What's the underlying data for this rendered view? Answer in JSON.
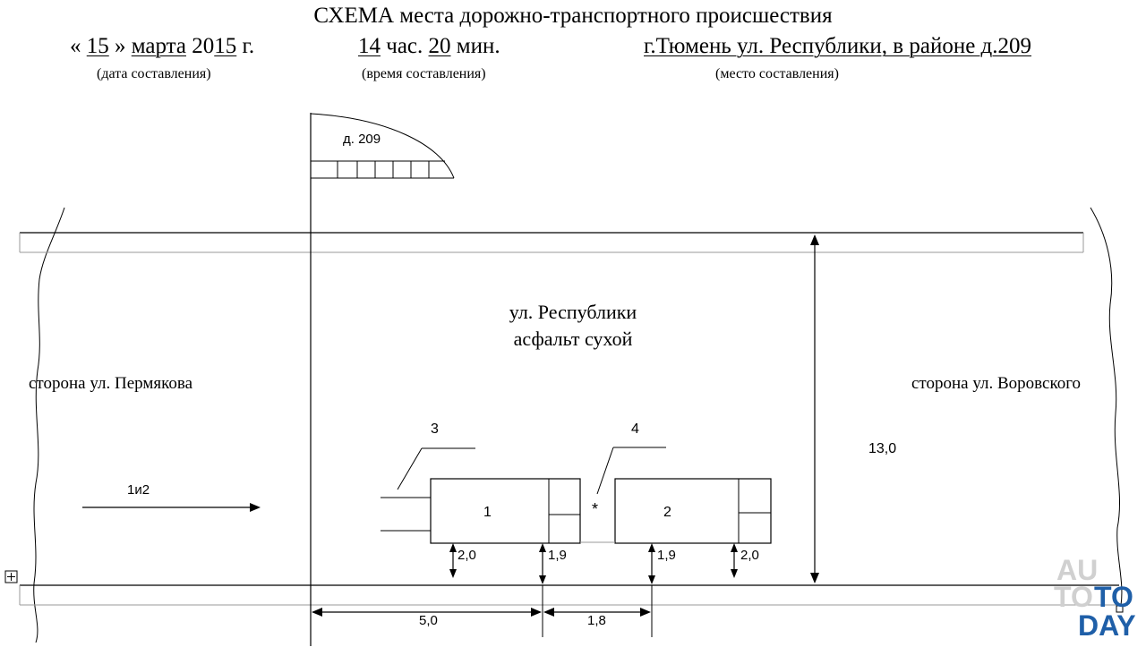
{
  "header": {
    "title": "СХЕМА места дорожно-транспортного происшествия",
    "date": {
      "q_open": "«",
      "day": "15",
      "q_close": "»",
      "month": "марта",
      "year_prefix": "20",
      "year_suffix": "15",
      "year_unit": "г."
    },
    "time": {
      "hours": "14",
      "hours_unit": "час.",
      "minutes": "20",
      "minutes_unit": "мин."
    },
    "place": "г.Тюмень ул. Республики, в районе д.209",
    "captions": {
      "date": "(дата составления)",
      "time": "(время составления)",
      "place": "(место составления)"
    }
  },
  "scheme": {
    "building_label": "д. 209",
    "street_name": "ул. Республики",
    "surface": "асфальт сухой",
    "left_side_label": "сторона ул. Пермякова",
    "right_side_label": "сторона ул. Воровского",
    "direction_label": "1и2",
    "road_width": "13,0",
    "car1_label": "1",
    "car2_label": "2",
    "callout3": "3",
    "callout4": "4",
    "impact_mark": "*",
    "dist_car1_rear": "2,0",
    "dist_car1_front": "1,9",
    "dist_car2_rear": "1,9",
    "dist_car2_front": "2,0",
    "dist_ref_to_car1_front": "5,0",
    "gap_between_cars": "1,8"
  },
  "watermark": {
    "line1": "AU",
    "line2": "TO",
    "line3": "TO",
    "line4": "DAY"
  },
  "colors": {
    "ink": "#000000",
    "road_edge": "#999999",
    "watermark": "#d0d0d0",
    "watermark_accent": "#1f5fa8"
  }
}
